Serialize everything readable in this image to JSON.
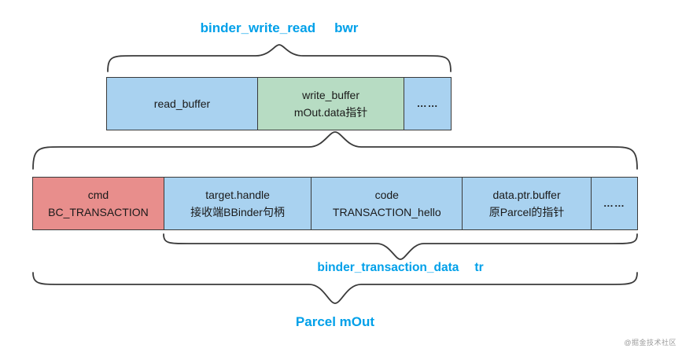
{
  "diagram": {
    "title": {
      "name": "binder_write_read",
      "var": "bwr"
    },
    "top_row": {
      "cells": [
        {
          "line1": "read_buffer",
          "line2": "",
          "color": "blue"
        },
        {
          "line1": "write_buffer",
          "line2": "mOut.data指针",
          "color": "green"
        },
        {
          "line1": "……",
          "line2": "",
          "color": "blue"
        }
      ]
    },
    "bottom_row": {
      "cells": [
        {
          "line1": "cmd",
          "line2": "BC_TRANSACTION",
          "color": "red"
        },
        {
          "line1": "target.handle",
          "line2": "接收端BBinder句柄",
          "color": "blue"
        },
        {
          "line1": "code",
          "line2": "TRANSACTION_hello",
          "color": "blue"
        },
        {
          "line1": "data.ptr.buffer",
          "line2": "原Parcel的指针",
          "color": "blue"
        },
        {
          "line1": "……",
          "line2": "",
          "color": "blue"
        }
      ]
    },
    "tr_label": {
      "name": "binder_transaction_data",
      "var": "tr"
    },
    "parcel_label": "Parcel mOut",
    "watermark": "@掘金技术社区",
    "colors": {
      "accent": "#00A0E9",
      "blue": "#A9D2F0",
      "green": "#B7DCC3",
      "red": "#E88E8C",
      "stroke": "#3A3A3A"
    }
  }
}
